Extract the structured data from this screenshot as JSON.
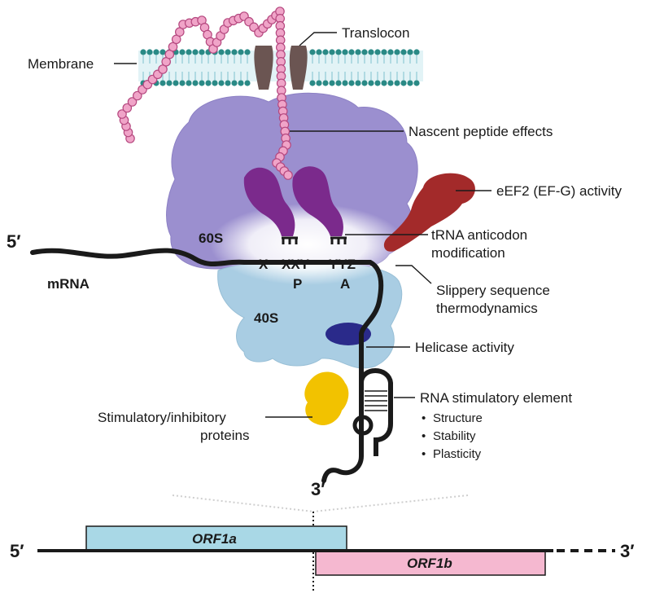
{
  "labels": {
    "membrane": "Membrane",
    "translocon": "Translocon",
    "nascent": "Nascent peptide effects",
    "eef2": "eEF2 (EF-G) activity",
    "trna_line1": "tRNA anticodon",
    "trna_line2": "modification",
    "slippery_line1": "Slippery sequence",
    "slippery_line2": "thermodynamics",
    "helicase": "Helicase activity",
    "rna_element": "RNA stimulatory element",
    "bullets": [
      "Structure",
      "Stability",
      "Plasticity"
    ],
    "stim_line1": "Stimulatory/inhibitory",
    "stim_line2": "proteins",
    "mrna": "mRNA",
    "sub60": "60S",
    "sub40": "40S",
    "codon_x": "X",
    "codon_xxy": "XXY",
    "codon_yyz": "YYZ",
    "site_p": "P",
    "site_a": "A",
    "five_prime": "5′",
    "three_prime": "3′"
  },
  "genome": {
    "five_prime": "5′",
    "three_prime": "3′",
    "orf1a": "ORF1a",
    "orf1b": "ORF1b"
  },
  "colors": {
    "ribosome_60s": "#9b8fcf",
    "ribosome_40s": "#a9cde3",
    "trna": "#7b2a8c",
    "eef2": "#a32a2a",
    "peptide": "#f0a4c8",
    "translocon": "#6b5552",
    "membrane_head": "#2a8a86",
    "membrane_tail": "#bfe3ea",
    "helicase": "#2a2a8a",
    "stim_protein": "#f2c200",
    "orf1a_fill": "#a9d8e6",
    "orf1b_fill": "#f5b8d0"
  }
}
